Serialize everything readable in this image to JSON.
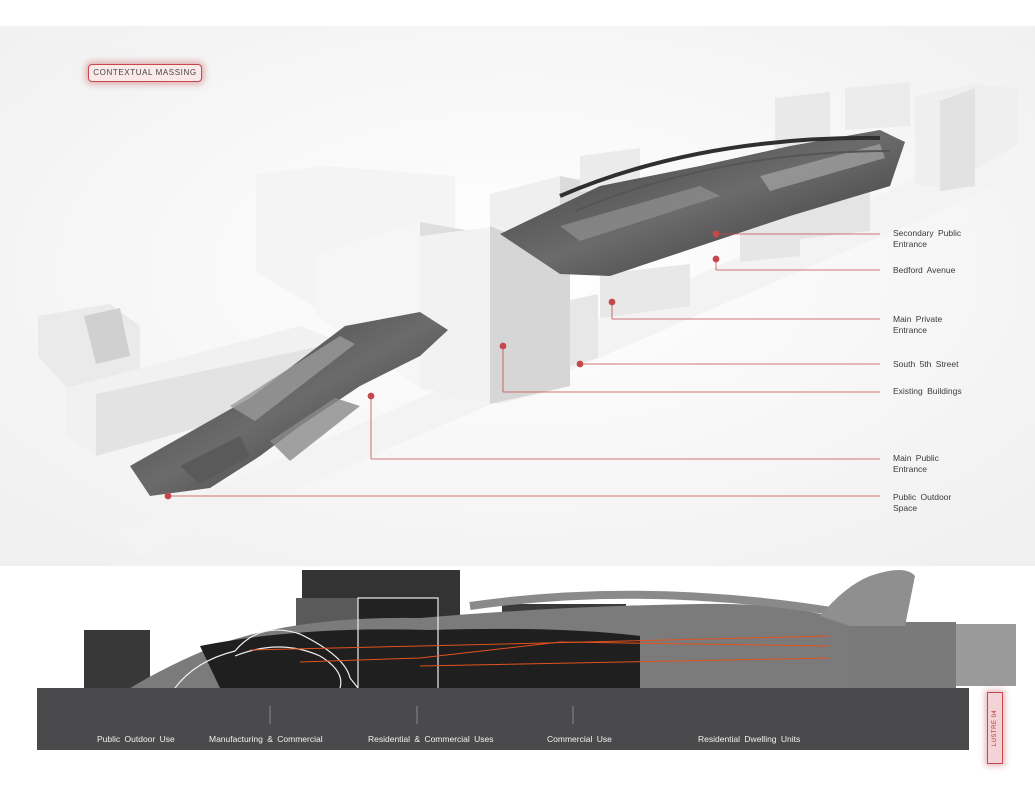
{
  "header": {
    "tag": "CONTEXTUAL MASSING"
  },
  "callouts": [
    {
      "id": "secondary-public-entrance",
      "text": "Secondary Public\nEntrance"
    },
    {
      "id": "bedford-avenue",
      "text": "Bedford Avenue"
    },
    {
      "id": "main-private-entrance",
      "text": "Main Private\nEntrance"
    },
    {
      "id": "south-5th-street",
      "text": "South 5th Street"
    },
    {
      "id": "existing-buildings",
      "text": "Existing Buildings"
    },
    {
      "id": "main-public-entrance",
      "text": "Main Public\nEntrance"
    },
    {
      "id": "public-outdoor-space",
      "text": "Public Outdoor\nSpace"
    }
  ],
  "section": {
    "zones": [
      "Public Outdoor Use",
      "Manufacturing & Commercial",
      "Residential & Commercial Uses",
      "Commercial Use",
      "Residential Dwelling Units"
    ]
  },
  "sheet_tab": {
    "label": "LUSTRE 04"
  },
  "colors": {
    "accent": "#c4484e",
    "base": "#4a4a4c",
    "dark": "#2a2a2a",
    "orange": "#e0521f"
  }
}
